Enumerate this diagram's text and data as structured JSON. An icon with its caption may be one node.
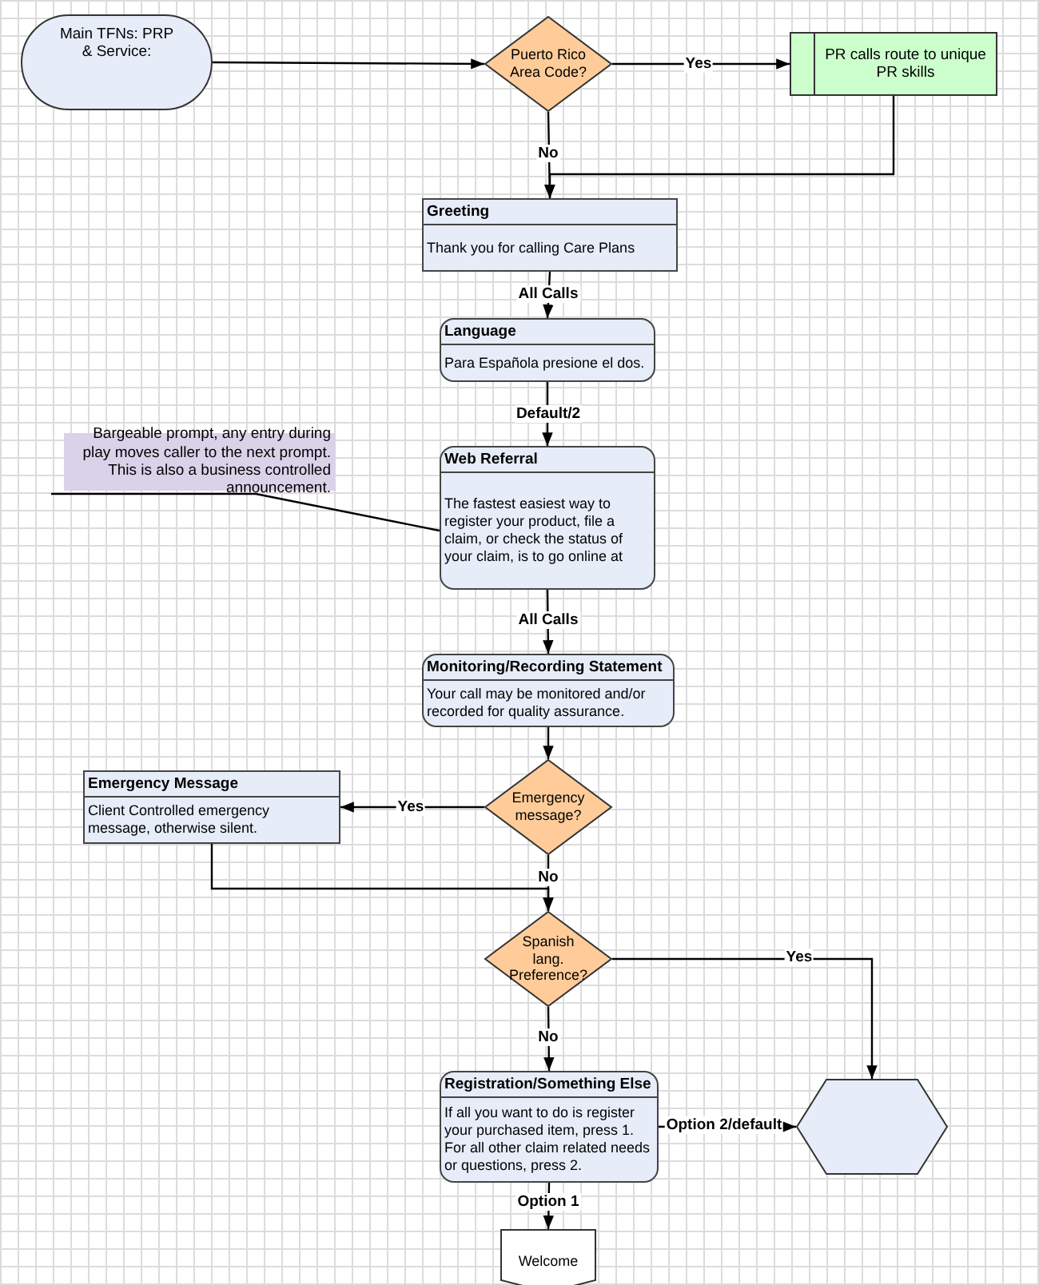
{
  "diagram": {
    "nodes": [
      {
        "text": [
          "Main TFNs: PRP & Service:"
        ]
      },
      {
        "text": [
          "Puerto Rico Area Code?"
        ]
      },
      {
        "text": [
          "PR calls route to unique PR skills"
        ]
      },
      {
        "text": [
          "Greeting",
          "Thank you for calling Care Plans"
        ]
      },
      {
        "text": [
          "Language",
          "Para Española presione el dos."
        ]
      },
      {
        "text": [
          "Bargeable prompt, any entry during play moves caller to the next prompt. This is also a business controlled announcement."
        ]
      },
      {
        "text": [
          "Web Referral",
          "The fastest easiest way to register your product, file a claim, or check the status of your claim, is to go online at"
        ]
      },
      {
        "text": [
          "Monitoring/Recording Statement",
          "Your call may be monitored and/or recorded for quality assurance."
        ]
      },
      {
        "text": [
          "Emergency message?"
        ]
      },
      {
        "text": [
          "Emergency Message",
          "Client Controlled emergency message, otherwise silent."
        ]
      },
      {
        "text": [
          "Spanish lang. Preference?"
        ]
      },
      {
        "text": [
          "Registration/Something Else",
          "If all you want to do is register your purchased item, press 1. For all other claim related needs or questions, press 2."
        ]
      },
      {
        "text": [],
        "shape": "hexagon"
      },
      {
        "text": [
          "Welcome"
        ]
      }
    ],
    "edges": [
      {
        "from": 0,
        "to": 1,
        "arrow": "to"
      },
      {
        "from": 1,
        "to": 2,
        "arrow": "to",
        "label": "Yes"
      },
      {
        "from": 1,
        "to": 3,
        "arrow": "to",
        "label": "No"
      },
      {
        "from": 2,
        "to": 3,
        "arrow": "to"
      },
      {
        "from": 3,
        "to": 4,
        "arrow": "to",
        "label": "All Calls"
      },
      {
        "from": 4,
        "to": 6,
        "arrow": "to",
        "label": "Default/2"
      },
      {
        "from": 5,
        "to": 6,
        "arrow": "none"
      },
      {
        "from": 6,
        "to": 7,
        "arrow": "to",
        "label": "All Calls"
      },
      {
        "from": 7,
        "to": 8,
        "arrow": "to"
      },
      {
        "from": 8,
        "to": 9,
        "arrow": "to",
        "label": "Yes"
      },
      {
        "from": 8,
        "to": 10,
        "arrow": "to",
        "label": "No"
      },
      {
        "from": 9,
        "to": 10,
        "arrow": "to"
      },
      {
        "from": 10,
        "to": 12,
        "arrow": "to",
        "label": "Yes"
      },
      {
        "from": 10,
        "to": 11,
        "arrow": "to",
        "label": "No"
      },
      {
        "from": 11,
        "to": 12,
        "arrow": "to",
        "label": "Option 2/default"
      },
      {
        "from": 11,
        "to": 13,
        "arrow": "to",
        "label": "Option 1"
      }
    ]
  }
}
